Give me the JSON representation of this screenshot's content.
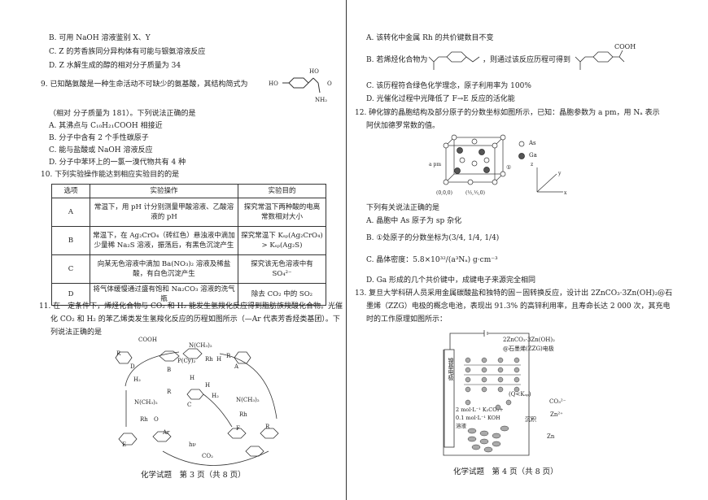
{
  "left_page": {
    "q8_options": [
      "B. 可用 NaOH 溶液鉴别 X、Y",
      "C. Z 的芳香族同分异构体有可能与银氨溶液反应",
      "D. Z 水解生成的醇的相对分子质量为 34"
    ],
    "q9": {
      "stem": "9. 已知酪氨酸是一种生命活动不可缺少的氨基酸，其结构简式为",
      "stem_tail": "（相对",
      "stem2": "分子质量为 181）。下列说法正确的是",
      "structure_labels": [
        "HO",
        "HO",
        "O",
        "NH₂"
      ],
      "options": [
        "A. 其沸点与 C₁₀H₂₁COOH 相接近",
        "B. 分子中含有 2 个手性碳原子",
        "C. 能与盐酸或 NaOH 溶液反应",
        "D. 分子中苯环上的一氯一溴代物共有 4 种"
      ]
    },
    "q10": {
      "stem": "10. 下列实验操作能达到相应实验目的的是",
      "headers": [
        "选项",
        "实验操作",
        "实验目的"
      ],
      "rows": [
        [
          "A",
          "常温下，用 pH 计分别测量甲酸溶液、乙酸溶液的 pH",
          "探究常温下两种酸的电离常数相对大小"
        ],
        [
          "B",
          "常温下，在 Ag₂CrO₄（砖红色）悬浊液中滴加少量稀 Na₂S 溶液，振荡后，有黑色沉淀产生",
          "探究常温下 Kₛₚ(Ag₂CrO₄) > Kₛₚ(Ag₂S)"
        ],
        [
          "C",
          "向某无色溶液中滴加 Ba(NO₃)₂ 溶液及稀盐酸，有白色沉淀产生",
          "探究该无色溶液中有 SO₄²⁻"
        ],
        [
          "D",
          "将气体缓慢通过盛有饱和 Na₂CO₃ 溶液的洗气瓶",
          "除去 CO₂ 中的 SO₂"
        ]
      ]
    },
    "q11": {
      "lines": [
        "11. 在一定条件下，烯烃化合物与 CO₂ 和 H₂ 能发生氢羧化反应得到脂肪族羧酸化合物。光催",
        "化 CO₂ 和 H₂ 的苯乙烯类发生氢羧化反应的历程如图所示（—Ar 代表芳香烃类基团）。下",
        "列说法正确的是"
      ],
      "diagram_labels": [
        "COOH",
        "R",
        "D",
        "N(CH₃)₂",
        "B",
        "Rh",
        "H",
        "P(Cy)₂",
        "A",
        "R",
        "H₂",
        "C",
        "H",
        "H",
        "R",
        "H₂",
        "N(CH₃)₂",
        "E",
        "Rh",
        "O",
        "Ar",
        "N(CH₃)₂",
        "F",
        "Rh",
        "R",
        "hν",
        "CO₂"
      ]
    },
    "footer": "化学试题　第 3 页（共 8 页）"
  },
  "right_page": {
    "q11_options": {
      "A": "A. 该转化中金属 Rh 的共价键数目不变",
      "B_pre": "B. 若烯烃化合物为",
      "B_mid": "，则通过该反应历程可得到",
      "B_cooh": "COOH",
      "C": "C. 该历程符合绿色化学理念，原子利用率为 100%",
      "D": "D. 光催化过程中光降低了 F→E 反应的活化能"
    },
    "q12": {
      "lines": [
        "12. 砷化镓的晶胞结构及部分原子的分数坐标如图所示，已知：晶胞参数为 a pm，用 Nₐ 表示",
        "阿伏加德罗常数的值。"
      ],
      "diagram_labels": {
        "as": "As",
        "ga": "Ga",
        "edge": "a pm",
        "origin": "(0,0,0)",
        "half": "(½,½,0)",
        "mark": "①",
        "z": "z",
        "y": "y",
        "x": "x"
      },
      "question": "下列有关说法正确的是",
      "options": [
        "A. 晶胞中 As 原子为 sp 杂化",
        "B. ①处原子的分数坐标为(3/4, 1/4, 1/4)",
        "C. 晶体密度：5.8×10³²/(a³Nₐ) g·cm⁻³",
        "D. Ga 形成的几个共价键中，成键电子来源完全相同"
      ]
    },
    "q13": {
      "lines": [
        "13. 复旦大学科研人员采用金属碳酸盐和独特的固－固转换反应，设计出 2ZnCO₃·3Zn(OH)₂@石",
        "墨烯（ZZG）电极的概念电池，表现出 91.3% 的高锌利用率，且寿命长达 2 000 次，其充电",
        "时的工作原理如图所示："
      ],
      "diagram_labels": {
        "electrode": "镍基电极",
        "top": "2ZnCO₃·3Zn(OH)₂",
        "top2": "@石墨烯(ZZG)电极",
        "q": "(Q<Kₛₚ)",
        "co3": "CO₃²⁻",
        "zn2": "Zn²⁺",
        "sol1": "2 mol·L⁻¹ K₂CO₃+",
        "sol2": "0.1 mol·L⁻¹ KOH",
        "sol3": "溶液",
        "precip": "沉积",
        "zn": "Zn"
      }
    },
    "footer": "化学试题　第 4 页（共 8 页）"
  }
}
